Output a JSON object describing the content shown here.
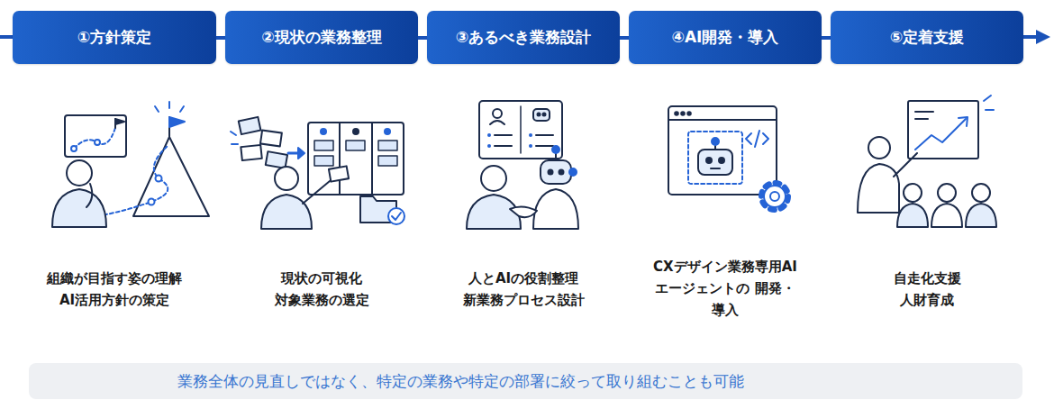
{
  "diagram": {
    "nodes": [
      {
        "text": [
          "①方針策定"
        ]
      },
      {
        "text": [
          "②現状の業務整理"
        ]
      },
      {
        "text": [
          "③あるべき業務設計"
        ]
      },
      {
        "text": [
          "④AI開発・導入"
        ]
      },
      {
        "text": [
          "⑤定着支援"
        ]
      },
      {
        "text": [
          "業務全体の見直しではなく、特定の業務や特定の部署に絞って取り組むことも可能"
        ]
      }
    ],
    "edges": [
      {
        "from": 0,
        "to": 1,
        "arrow": "none"
      },
      {
        "from": 1,
        "to": 2,
        "arrow": "none"
      },
      {
        "from": 2,
        "to": 3,
        "arrow": "none"
      },
      {
        "from": 3,
        "to": 4,
        "arrow": "none"
      }
    ],
    "labels": [
      "組織が目指す姿の理解 AI活用方針の策定",
      "現状の可視化 対象業務の選定",
      "人とAIの役割整理 新業務プロセス設計",
      "CXデザイン業務専用AI エージェントの 開発・導入",
      "自走化支援 人財育成"
    ]
  }
}
